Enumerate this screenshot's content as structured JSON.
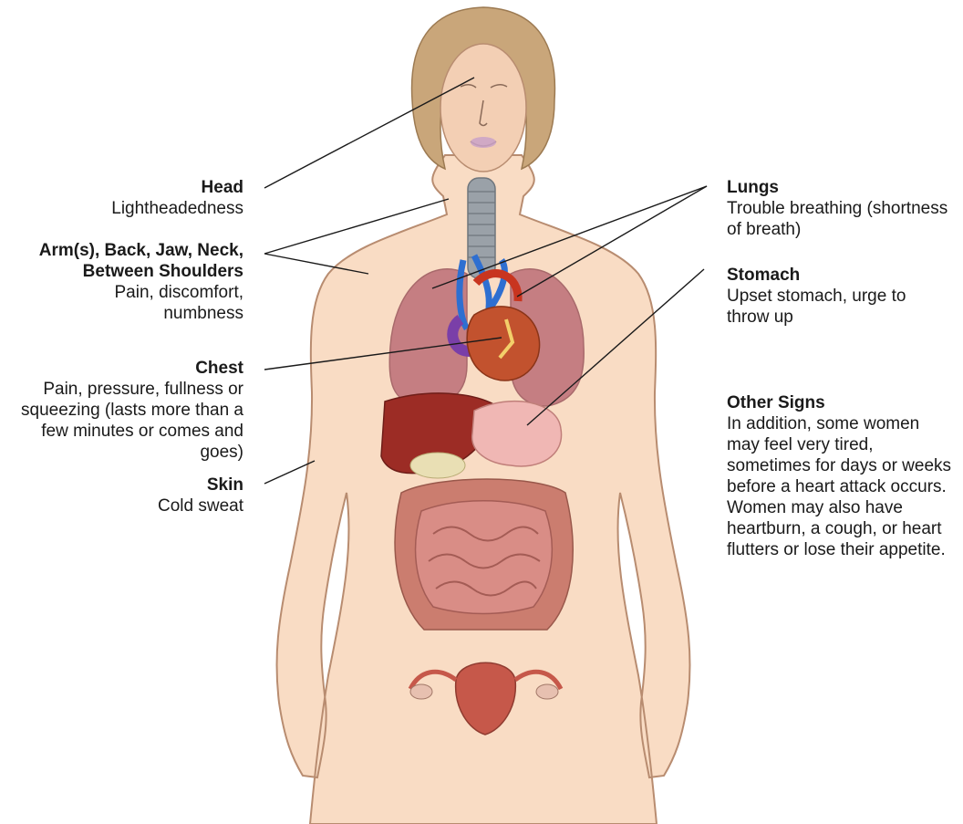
{
  "labels": {
    "head": {
      "title": "Head",
      "desc": "Lightheadedness"
    },
    "arms": {
      "title": "Arm(s), Back, Jaw, Neck, Between Shoulders",
      "desc": "Pain, discomfort, numbness"
    },
    "chest": {
      "title": "Chest",
      "desc": "Pain, pressure, fullness or squeezing (lasts more than a few minutes or comes and goes)"
    },
    "skin": {
      "title": "Skin",
      "desc": "Cold sweat"
    },
    "lungs": {
      "title": "Lungs",
      "desc": "Trouble breathing (shortness of breath)"
    },
    "stomach": {
      "title": "Stomach",
      "desc": "Upset stomach, urge to throw up"
    },
    "other": {
      "title": "Other Signs",
      "desc": "In addition, some women may feel very tired, sometimes for days or weeks before a heart attack occurs. Women may also have heartburn, a cough, or heart flutters or lose their appetite."
    }
  },
  "colors": {
    "skin": "#f9dcc4",
    "skin_outline": "#b88c70",
    "hair": "#c9a67a",
    "lung": "#b25b6a",
    "heart": "#c2522e",
    "liver": "#9c2c25",
    "stomach": "#f0b7b4",
    "intestine": "#d98d86",
    "colon": "#c77366",
    "trachea": "#9aa1a8",
    "vessel_blue": "#2e6fd1",
    "vessel_purple": "#7a3fa8",
    "vessel_red": "#c8351f",
    "uterus": "#c6584a",
    "leader_line": "#1a1a1a"
  }
}
